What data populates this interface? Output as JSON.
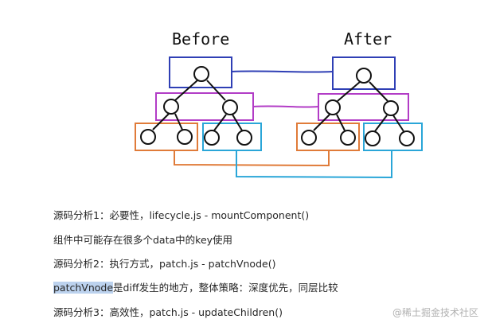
{
  "diagram": {
    "label_before": "Before",
    "label_after": "After"
  },
  "paragraphs": {
    "p1": "源码分析1：必要性，lifecycle.js - mountComponent()",
    "p2": "组件中可能存在很多个data中的key使用",
    "p3": "源码分析2：执行方式，patch.js - patchVnode()",
    "p4_highlight": "patchVnode",
    "p4_rest": "是diff发生的地方，整体策略：深度优先，同层比较",
    "p5": "源码分析3：高效性，patch.js - updateChildren()"
  },
  "watermark": "@稀土掘金技术社区",
  "colors": {
    "blue_box": "#2f3fb5",
    "purple_box": "#b23cc6",
    "orange_box": "#e07b39",
    "cyan_box": "#2aa6d8",
    "highlight": "#bcd2ee"
  }
}
